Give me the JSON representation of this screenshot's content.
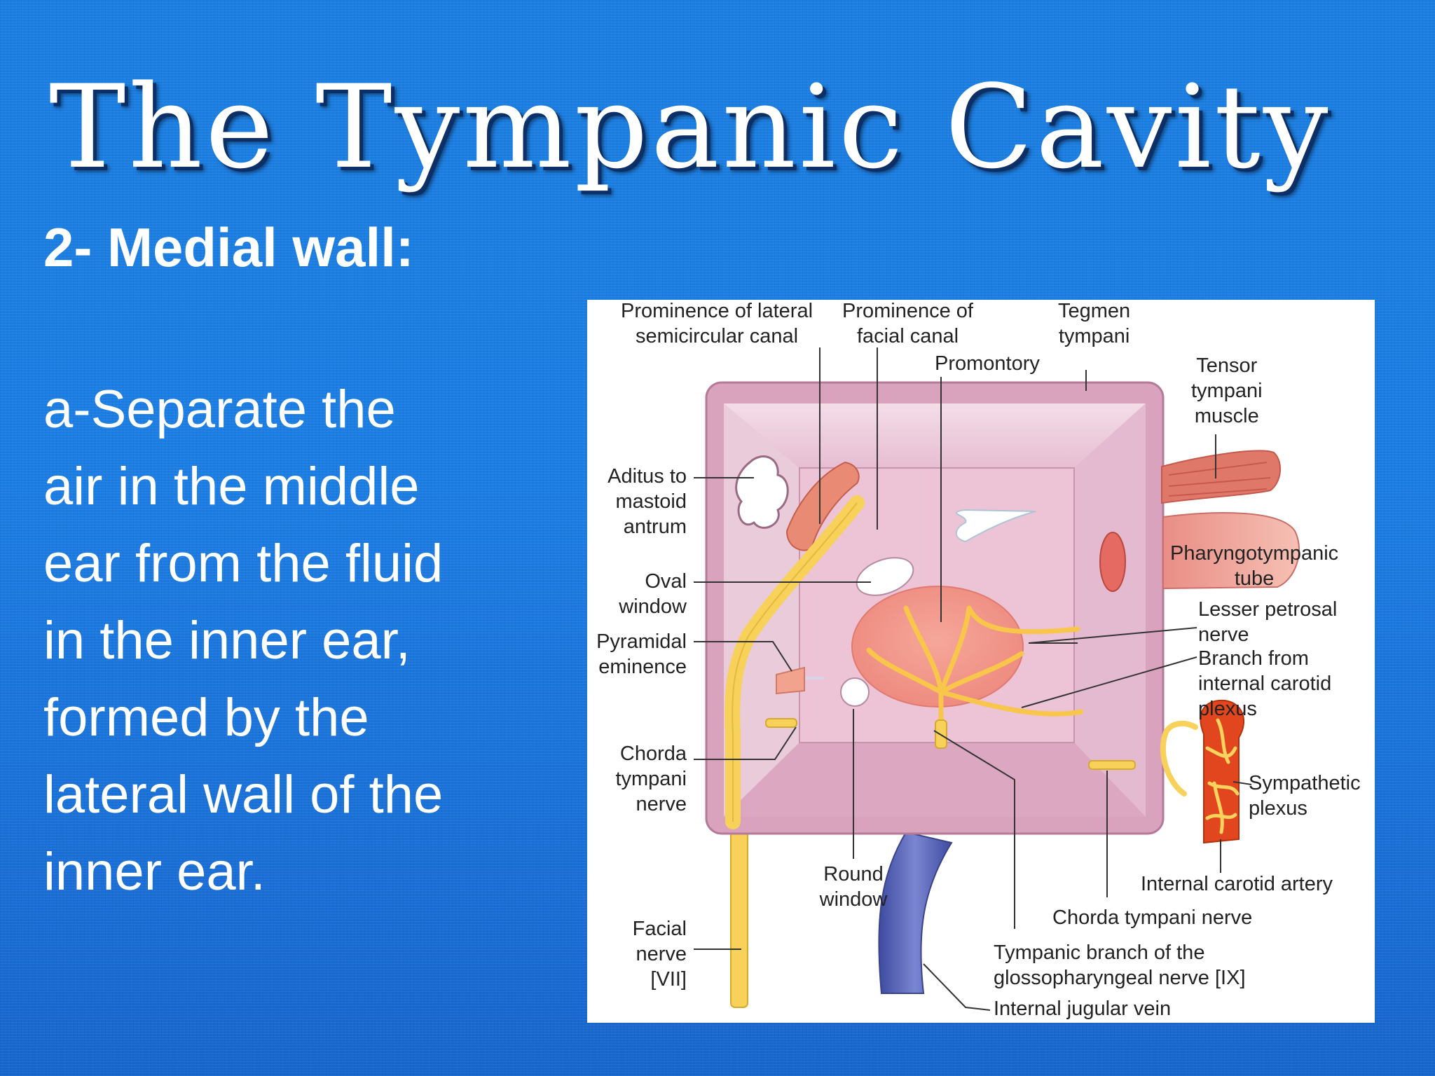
{
  "slide": {
    "title": "The Tympanic Cavity",
    "subtitle": "2- Medial wall:",
    "body_lines": [
      "a-Separate the",
      "air in the middle",
      "ear from the fluid",
      "in the inner ear,",
      "formed by the",
      "lateral wall of the",
      "inner ear."
    ]
  },
  "diagram": {
    "labels": {
      "prominence_lateral": [
        "Prominence of lateral",
        "semicircular canal"
      ],
      "prominence_facial": [
        "Prominence of",
        "facial canal"
      ],
      "tegmen": [
        "Tegmen",
        "tympani"
      ],
      "promontory": [
        "Promontory"
      ],
      "tensor": [
        "Tensor",
        "tympani",
        "muscle"
      ],
      "aditus": [
        "Aditus to",
        "mastoid",
        "antrum"
      ],
      "pharyngo": [
        "Pharyngotympanic",
        "tube"
      ],
      "oval": [
        "Oval",
        "window"
      ],
      "pyramidal": [
        "Pyramidal",
        "eminence"
      ],
      "lesser": [
        "Lesser petrosal",
        "nerve"
      ],
      "branch": [
        "Branch from",
        "internal carotid",
        "plexus"
      ],
      "chorda_left": [
        "Chorda",
        "tympani",
        "nerve"
      ],
      "sympathetic": [
        "Sympathetic",
        "plexus"
      ],
      "round": [
        "Round",
        "window"
      ],
      "internal_carotid": [
        "Internal carotid artery"
      ],
      "chorda_bottom": [
        "Chorda tympani nerve"
      ],
      "facial": [
        "Facial",
        "nerve",
        "[VII]"
      ],
      "tympanic_branch": [
        "Tympanic branch of the",
        "glossopharyngeal nerve [IX]"
      ],
      "jugular": [
        "Internal jugular vein"
      ]
    }
  },
  "colors": {
    "background": "#1c7de2",
    "title_shadow": "#0b2f66",
    "wall_pink": "#e8bcd0",
    "nerve_yellow": "#f7d15a",
    "muscle_red": "#e0786a",
    "vein_blue": "#5a66b8",
    "artery_red": "#e2461e"
  }
}
